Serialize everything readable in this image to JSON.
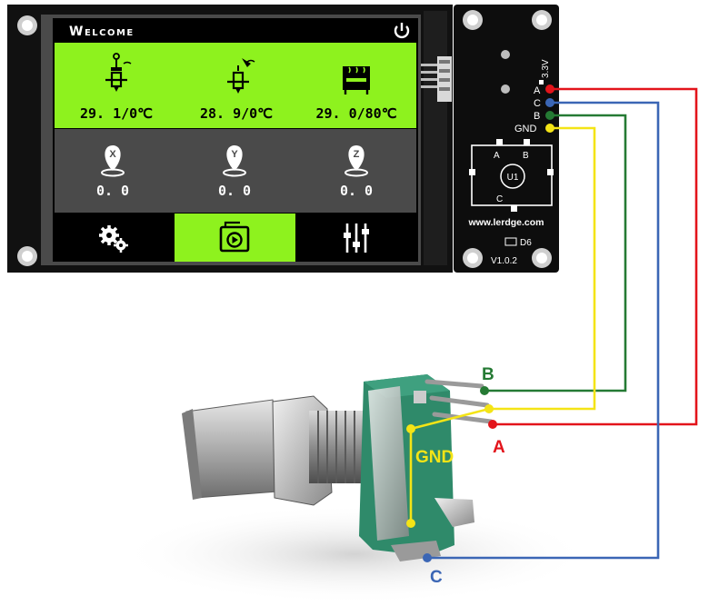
{
  "screen": {
    "title": "Welcome",
    "temps": [
      {
        "icon": "extruder-icon",
        "value": "29. 1/0℃"
      },
      {
        "icon": "extruder-icon",
        "value": "28. 9/0℃"
      },
      {
        "icon": "heated-bed-icon",
        "value": "29. 0/80℃"
      }
    ],
    "axes": [
      {
        "letter": "X",
        "value": "0. 0"
      },
      {
        "letter": "Y",
        "value": "0. 0"
      },
      {
        "letter": "Z",
        "value": "0. 0"
      }
    ],
    "nav": [
      {
        "icon": "gears-icon",
        "active": false
      },
      {
        "icon": "print-icon",
        "active": true
      },
      {
        "icon": "sliders-icon",
        "active": false
      }
    ]
  },
  "board": {
    "pins": [
      "3.3V",
      "A",
      "C",
      "B",
      "GND"
    ],
    "footprint_pins": [
      "A",
      "B",
      "C"
    ],
    "component": "U1",
    "url": "www.lerdge.com",
    "ref": "D6",
    "version": "V1.0.2"
  },
  "wires": [
    {
      "name": "A",
      "color": "#e3141b"
    },
    {
      "name": "C",
      "color": "#3b66b5"
    },
    {
      "name": "B",
      "color": "#257a34"
    },
    {
      "name": "GND",
      "color": "#f4e416"
    }
  ]
}
